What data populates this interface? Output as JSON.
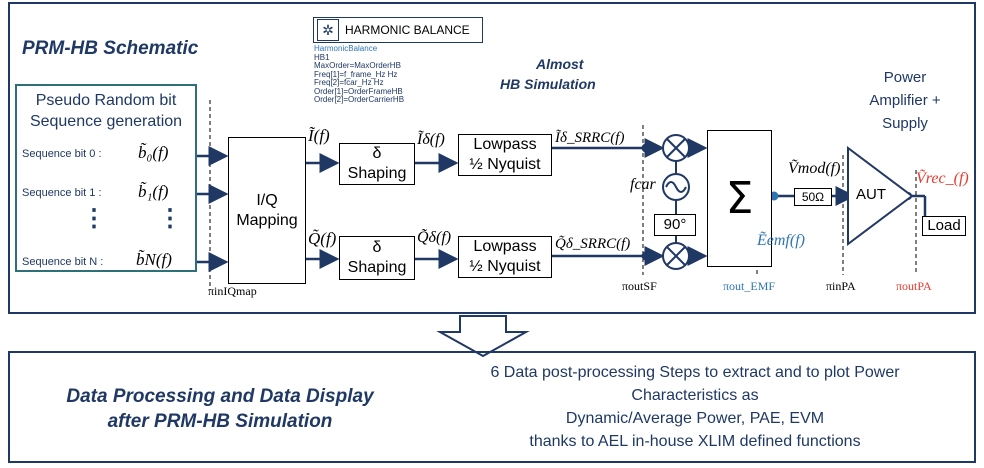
{
  "schematic_title": "PRM-HB Schematic",
  "hb_panel": {
    "title": "HARMONIC BALANCE",
    "lines": [
      "HarmonicBalance",
      "HB1",
      "MaxOrder=MaxOrderHB",
      "Freq[1]=f_frame_Hz Hz",
      "Freq[2]=fcar_Hz Hz",
      "Order[1]=OrderFrameHB",
      "Order[2]=OrderCarrierHB"
    ]
  },
  "almost_label": "Almost",
  "hb_sim_label": "HB Simulation",
  "prbs": {
    "title": "Pseudo Random bit Sequence generation",
    "bit0_label": "Sequence bit 0 :",
    "bit1_label": "Sequence bit 1 :",
    "bitN_label": "Sequence bit N :",
    "bit0_sym": "b̃₀(f)",
    "bit1_sym": "b̃₁(f)",
    "bitN_sym": "b̃N(f)",
    "dots": "⋮"
  },
  "iq_block": "I/Q Mapping",
  "shaping_top": "δ Shaping",
  "shaping_bottom": "δ Shaping",
  "lowpass_top": "Lowpass ½ Nyquist",
  "lowpass_bottom": "Lowpass ½ Nyquist",
  "signals": {
    "I": "Ĩ(f)",
    "Q": "Q̃(f)",
    "I_delta": "Ĩδ(f)",
    "Q_delta": "Q̃δ(f)",
    "I_srrc": "Ĩδ_SRRC(f)",
    "Q_srrc": "Q̃δ_SRRC(f)",
    "fcar": "fcar",
    "phase": "90°",
    "V_mod": "Ṽmod(f)",
    "E_emf": "Ẽemf(f)",
    "V_rec": "Ṽrec_(f)"
  },
  "sum_symbol": "Σ",
  "resistor": "50Ω",
  "pa_label": "Power Amplifier + Supply",
  "aut": "AUT",
  "load": "Load",
  "pi_labels": {
    "inIQmap": "πinIQmap",
    "outSF": "πoutSF",
    "out_EMF": "πout_EMF",
    "inPA": "πinPA",
    "outPA": "πoutPA"
  },
  "bottom": {
    "left_line1": "Data Processing and Data Display",
    "left_line2": "after PRM-HB Simulation",
    "right_line1": "6 Data post-processing Steps to extract and to plot Power",
    "right_line2": "Characteristics as",
    "right_line3": "Dynamic/Average Power, PAE, EVM",
    "right_line4": "thanks to AEL in-house XLIM defined functions"
  },
  "colors": {
    "frame": "#1f3864",
    "blue": "#2e75b6",
    "red": "#e8392c",
    "teal": "#2e6f7a"
  }
}
